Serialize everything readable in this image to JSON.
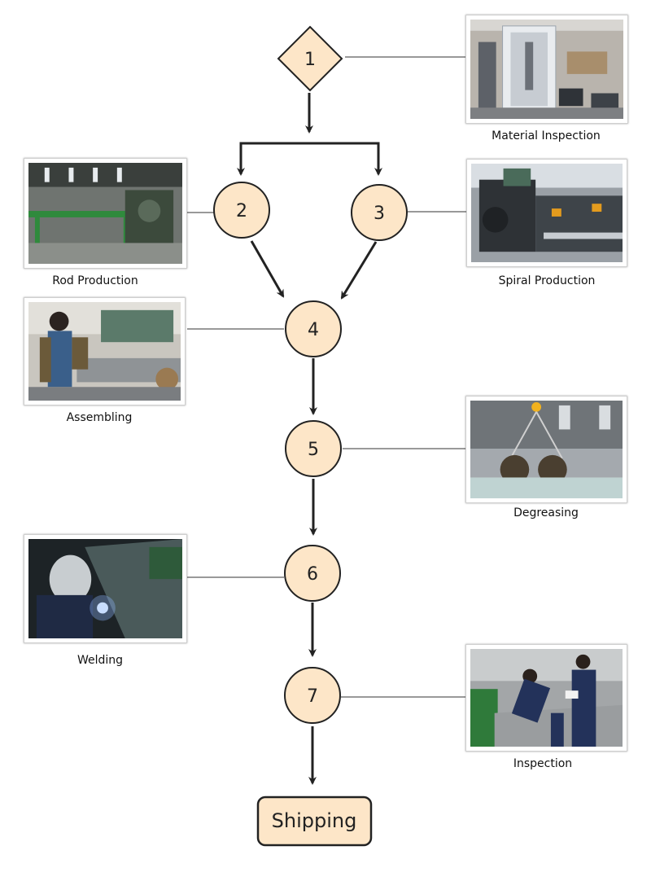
{
  "nodes": {
    "n1": "1",
    "n2": "2",
    "n3": "3",
    "n4": "4",
    "n5": "5",
    "n6": "6",
    "n7": "7",
    "shipping": "Shipping"
  },
  "steps": {
    "material_inspection": "Material Inspection",
    "rod_production": "Rod Production",
    "spiral_production": "Spiral Production",
    "assembling": "Assembling",
    "degreasing": "Degreasing",
    "welding": "Welding",
    "inspection": "Inspection"
  },
  "colors": {
    "node_fill": "#fde6c8",
    "stroke": "#222222"
  }
}
